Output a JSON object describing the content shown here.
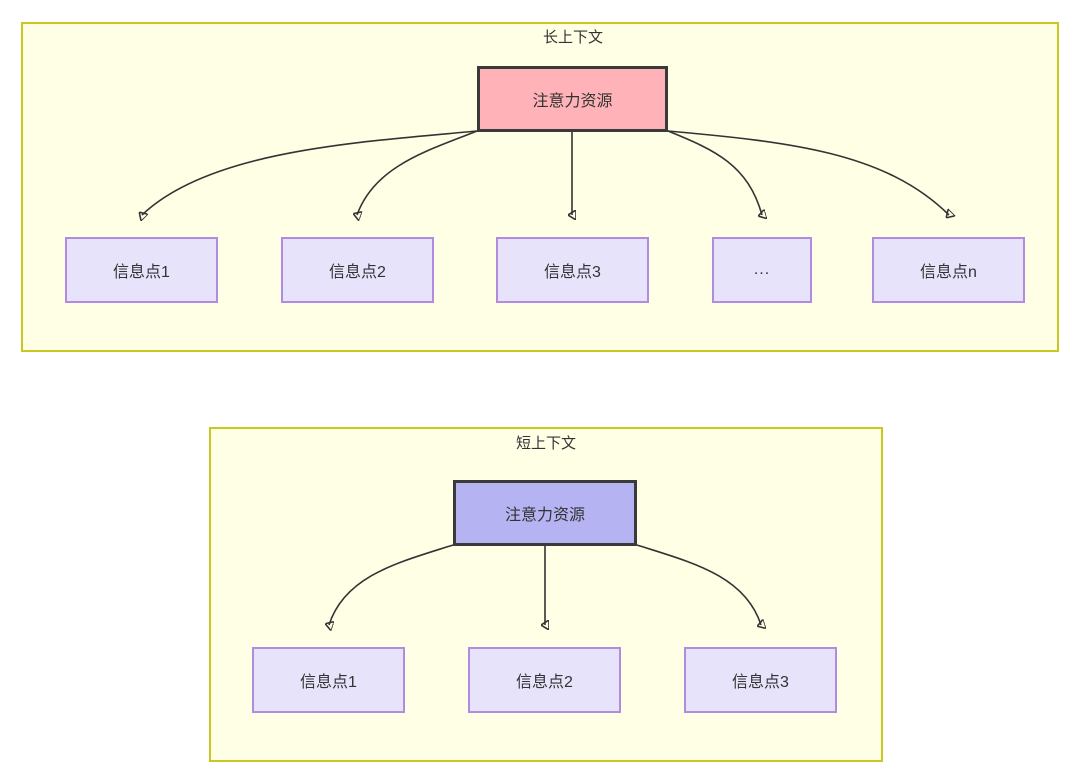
{
  "diagram": {
    "type": "flow-diagram",
    "background": "#FFFFFF",
    "colors": {
      "group_fill": "#FFFFE6",
      "group_border": "#C8C820",
      "root_long_fill": "#FFB3B8",
      "root_short_fill": "#B6B3F2",
      "root_border": "#3A3A3A",
      "leaf_fill": "#E6E3FB",
      "leaf_border": "#B08BE0",
      "edge_stroke": "#333333",
      "text": "#333333"
    },
    "groups": [
      {
        "id": "long-context",
        "title": "长上下文",
        "root": {
          "label": "注意力资源",
          "style": "root-long"
        },
        "leaves": [
          {
            "label": "信息点1"
          },
          {
            "label": "信息点2"
          },
          {
            "label": "信息点3"
          },
          {
            "label": "..."
          },
          {
            "label": "信息点n"
          }
        ]
      },
      {
        "id": "short-context",
        "title": "短上下文",
        "root": {
          "label": "注意力资源",
          "style": "root-short"
        },
        "leaves": [
          {
            "label": "信息点1"
          },
          {
            "label": "信息点2"
          },
          {
            "label": "信息点3"
          }
        ]
      }
    ]
  }
}
